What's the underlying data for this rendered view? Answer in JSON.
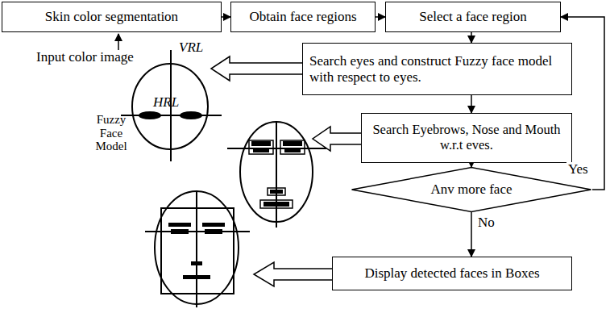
{
  "diagram": {
    "nodes": [
      {
        "text": [
          "Skin color segmentation"
        ]
      },
      {
        "text": [
          "Obtain face regions"
        ]
      },
      {
        "text": [
          "Select a face region"
        ]
      },
      {
        "text": [
          "Search eyes and construct Fuzzy face model with respect to eyes."
        ]
      },
      {
        "text": [
          "Search Eyebrows, Nose and Mouth w.r.t eves."
        ]
      },
      {
        "text": [
          "Anv more face"
        ]
      },
      {
        "text": [
          "Display detected faces in Boxes"
        ]
      }
    ],
    "edges": [
      {
        "from": 0,
        "to": 1,
        "arrow": "to"
      },
      {
        "from": 1,
        "to": 2,
        "arrow": "to"
      },
      {
        "from": 2,
        "to": 3,
        "arrow": "to"
      },
      {
        "from": 3,
        "to": 4,
        "arrow": "to"
      },
      {
        "from": 4,
        "to": 5,
        "arrow": "to"
      },
      {
        "from": 5,
        "to": 2,
        "arrow": "to",
        "label": "Yes"
      },
      {
        "from": 5,
        "to": 6,
        "arrow": "to",
        "label": "No"
      }
    ],
    "labels": [
      "Input color image",
      "VRL",
      "HRL",
      "Fuzzy Face Model"
    ]
  }
}
